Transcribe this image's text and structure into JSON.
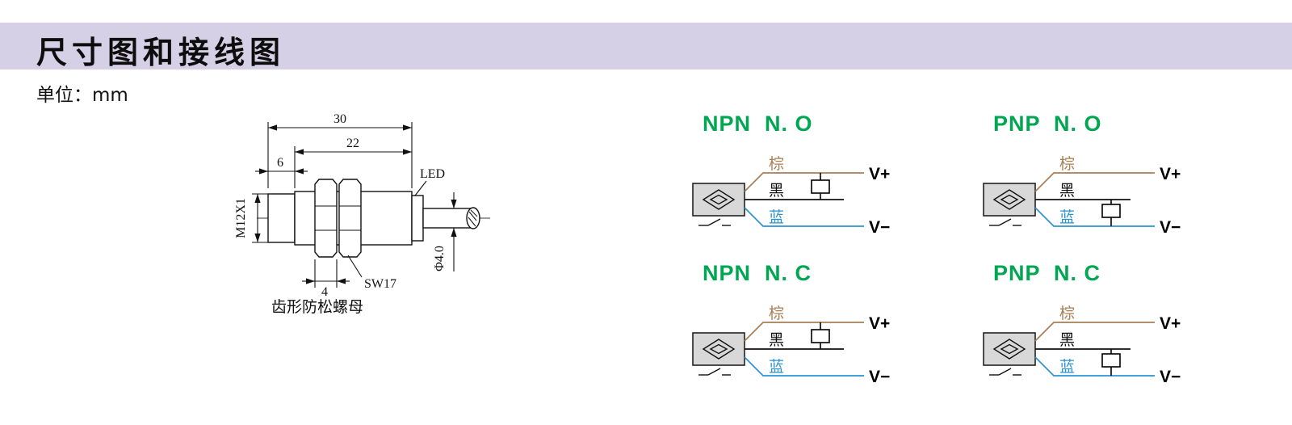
{
  "colors": {
    "header-bg": "#d6d0e6",
    "green": "#00a651",
    "brown": "#a97f56",
    "blue": "#2b93d1",
    "ink": "#111111",
    "box-fill": "#d8d8d8"
  },
  "header": {
    "title": "尺寸图和接线图"
  },
  "unit_label": "单位：mm",
  "dimension_drawing": {
    "length_total": "30",
    "length_thread": "22",
    "length_front": "6",
    "thread_spec": "M12X1",
    "led_label": "LED",
    "wrench_size": "SW17",
    "nut_width": "4",
    "cable_diameter": "Φ4.0",
    "nut_caption": "齿形防松螺母"
  },
  "wiring": {
    "wire_labels": {
      "brown": "棕",
      "black": "黑",
      "blue": "蓝"
    },
    "terminals": {
      "positive": "V+",
      "negative": "V−"
    },
    "diagrams": [
      {
        "title": "NPN  N. O"
      },
      {
        "title": "PNP  N. O"
      },
      {
        "title": "NPN  N. C"
      },
      {
        "title": "PNP  N. C"
      }
    ]
  }
}
